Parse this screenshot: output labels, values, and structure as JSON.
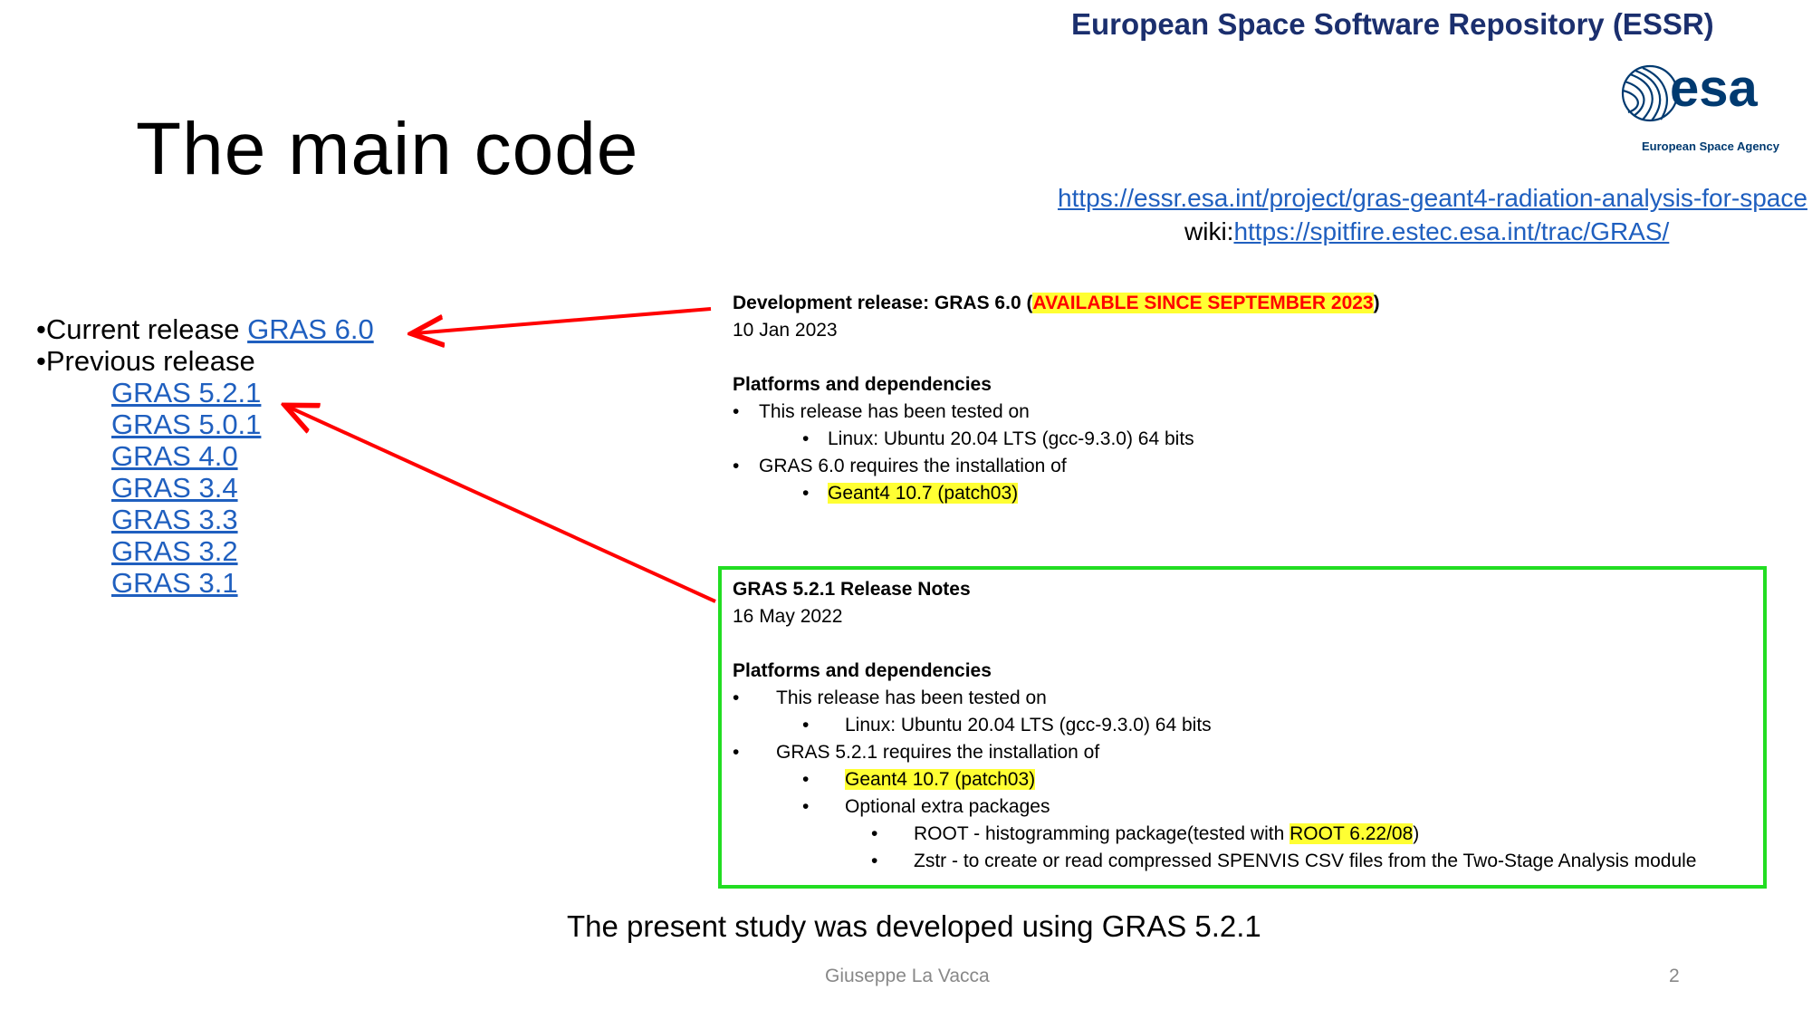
{
  "header": {
    "repository_title": "European Space Software Repository (ESSR)",
    "logo_text": "esa",
    "logo_caption": "European Space Agency",
    "project_url": "https://essr.esa.int/project/gras-geant4-radiation-analysis-for-space",
    "wiki_prefix": "wiki:",
    "wiki_url": "https://spitfire.estec.esa.int/trac/GRAS/"
  },
  "slide": {
    "title": "The main code",
    "current_release_label": "•Current release ",
    "current_release_link": "GRAS 6.0",
    "previous_release_label": "•Previous release",
    "previous_releases": [
      "GRAS 5.2.1",
      "GRAS 5.0.1",
      "GRAS 4.0",
      "GRAS 3.4",
      "GRAS 3.3",
      "GRAS 3.2",
      "GRAS 3.1"
    ]
  },
  "dev_release": {
    "heading_prefix": "Development release: GRAS 6.0 (",
    "heading_highlight": "AVAILABLE SINCE SEPTEMBER 2023",
    "heading_suffix": ")",
    "date": "10 Jan 2023",
    "platforms_heading": "Platforms and dependencies",
    "tested_on": "This release has been tested on",
    "platform": "Linux: Ubuntu  20.04 LTS (gcc-9.3.0) 64 bits",
    "requires": "GRAS 6.0 requires the installation of",
    "geant4": "Geant4 10.7 (patch03)"
  },
  "notes_521": {
    "heading": "GRAS 5.2.1  Release Notes",
    "date": "16 May 2022",
    "platforms_heading": "Platforms and dependencies",
    "tested_on": "This release has been tested on",
    "platform": "Linux: Ubuntu  20.04 LTS (gcc-9.3.0) 64 bits",
    "requires": "GRAS 5.2.1 requires the installation of",
    "geant4": "Geant4 10.7 (patch03)",
    "optional": "Optional extra packages",
    "root_prefix": "ROOT - histogramming package(tested with ",
    "root_highlight": "ROOT 6.22/08",
    "root_suffix": ")",
    "zstr": "Zstr - to create or read compressed SPENVIS CSV files from the Two-Stage Analysis module"
  },
  "footer": {
    "study_note": "The present study was developed using GRAS 5.2.1",
    "author": "Giuseppe La Vacca",
    "page_number": "2"
  },
  "bullet": "•",
  "colors": {
    "link": "#1f5fbf",
    "highlight": "#ffff33",
    "alert_text": "#ff0000",
    "box_border": "#22dd22",
    "arrow": "#ff0000",
    "esa_blue": "#003a70",
    "header_navy": "#1b2f6e"
  }
}
